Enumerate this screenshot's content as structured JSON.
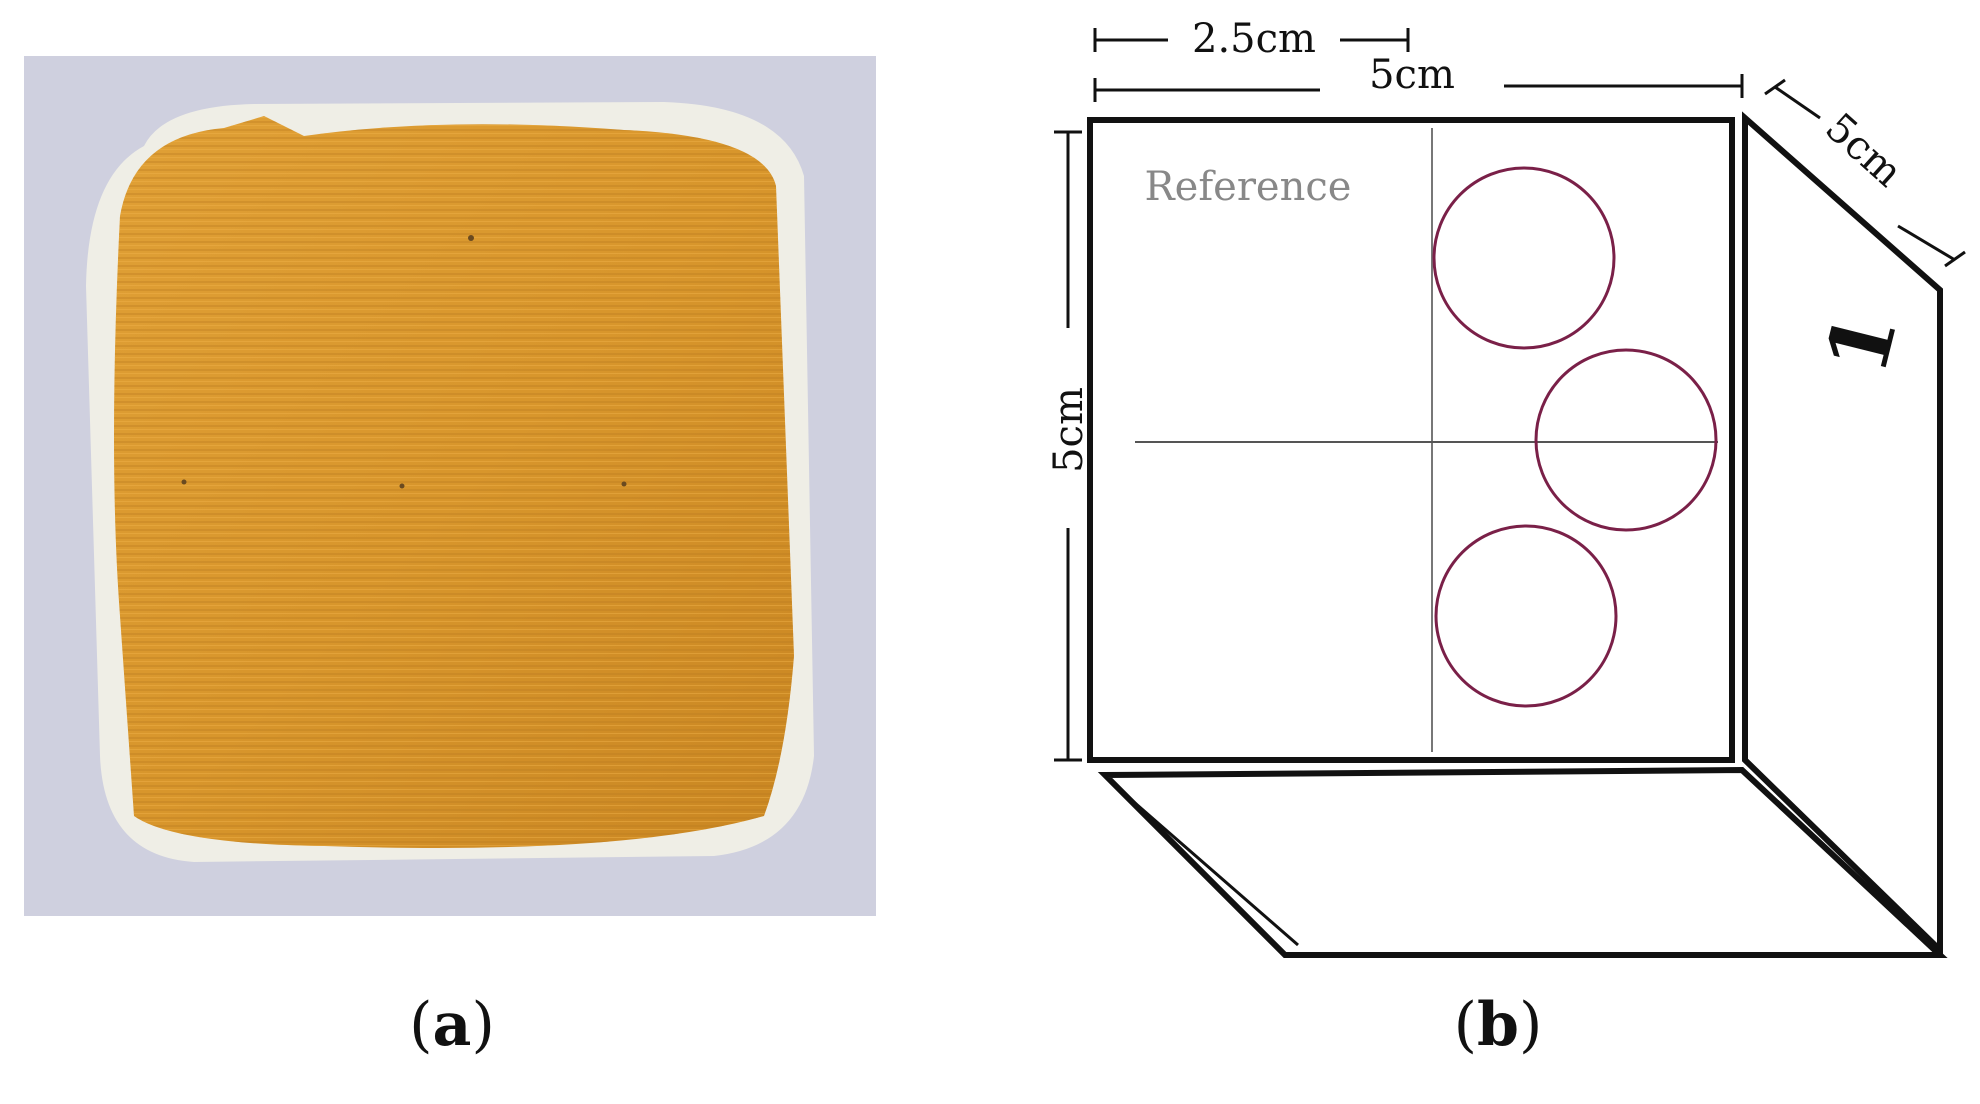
{
  "panel_a": {
    "caption_open": "(",
    "caption_letter": "a",
    "caption_close": ")",
    "colors": {
      "background": "#cfd0df",
      "coating": "#d9982e",
      "substrate": "#efeee6"
    }
  },
  "panel_b": {
    "caption_open": "(",
    "caption_letter": "b",
    "caption_close": ")",
    "dim_half_width": "2.5cm",
    "dim_width": "5cm",
    "dim_height": "5cm",
    "dim_depth": "5cm",
    "reference_label": "Reference",
    "side_label": "1",
    "colors": {
      "outline": "#111111",
      "circle": "#7a2048",
      "reference_text": "#888888"
    }
  }
}
